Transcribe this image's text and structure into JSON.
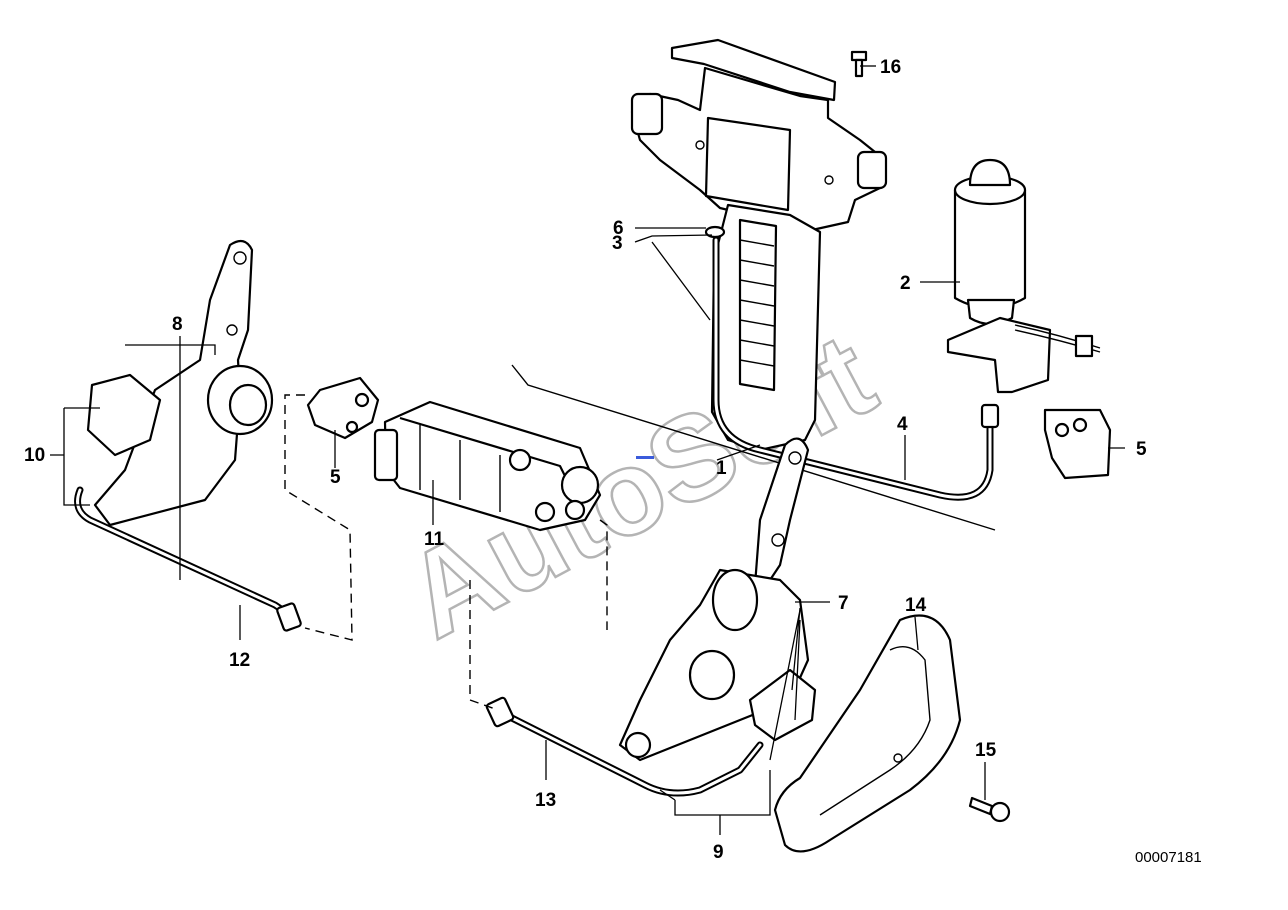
{
  "diagram": {
    "callouts": [
      {
        "id": "c1",
        "text": "1"
      },
      {
        "id": "c2",
        "text": "2"
      },
      {
        "id": "c3",
        "text": "3"
      },
      {
        "id": "c4",
        "text": "4"
      },
      {
        "id": "c5a",
        "text": "5"
      },
      {
        "id": "c5b",
        "text": "5"
      },
      {
        "id": "c6",
        "text": "6"
      },
      {
        "id": "c7",
        "text": "7"
      },
      {
        "id": "c8",
        "text": "8"
      },
      {
        "id": "c9",
        "text": "9"
      },
      {
        "id": "c10",
        "text": "10"
      },
      {
        "id": "c11",
        "text": "11"
      },
      {
        "id": "c12",
        "text": "12"
      },
      {
        "id": "c13",
        "text": "13"
      },
      {
        "id": "c14",
        "text": "14"
      },
      {
        "id": "c15",
        "text": "15"
      },
      {
        "id": "c16",
        "text": "16"
      }
    ],
    "reference_number": "00007181",
    "watermark": "AutoSoft"
  },
  "colors": {
    "background": "#ffffff",
    "line": "#000000",
    "watermark_outline": "#b4b4b4",
    "center_mark": "#3b5bdb"
  }
}
